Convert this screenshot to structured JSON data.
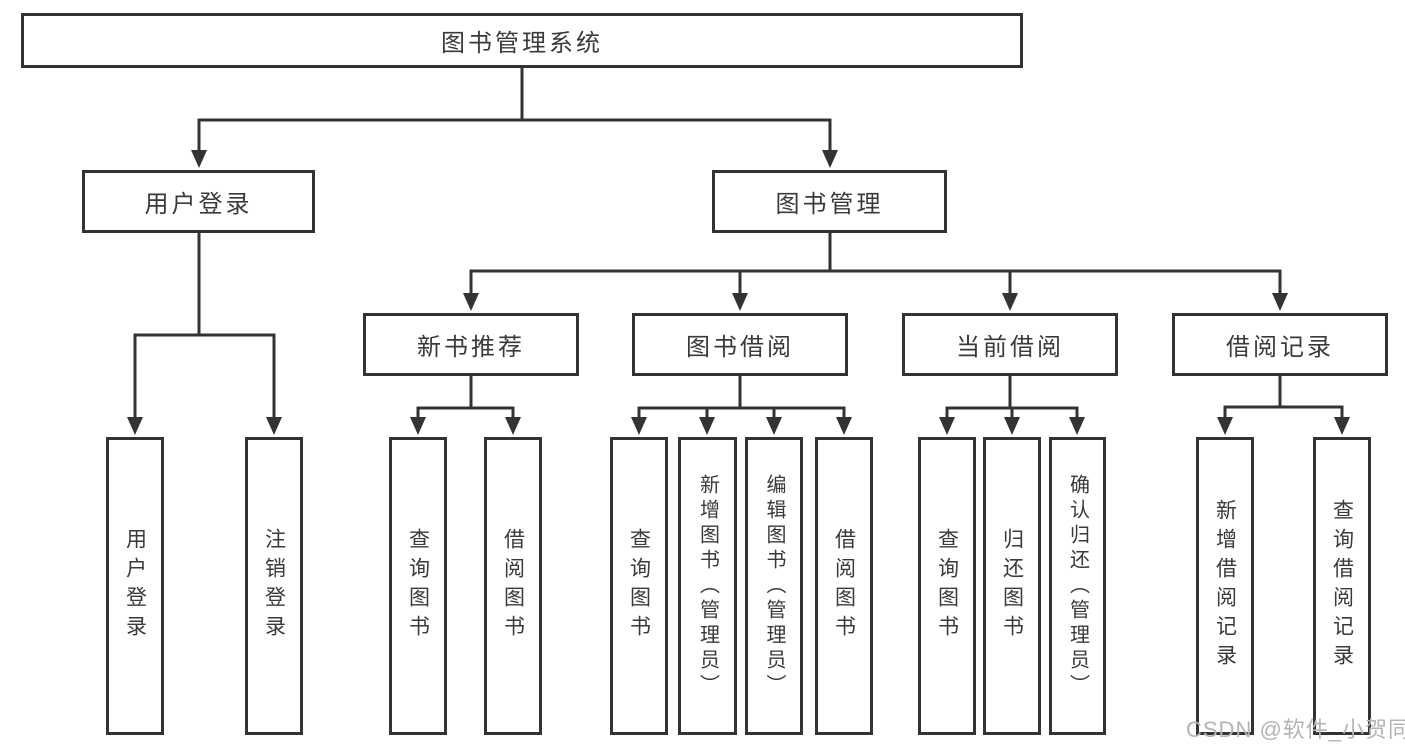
{
  "diagram_title": "图书管理系统",
  "nodes": {
    "root": {
      "label": "图书管理系统"
    },
    "user_login": {
      "label": "用户登录"
    },
    "book_mgmt": {
      "label": "图书管理"
    },
    "new_book_rec": {
      "label": "新书推荐"
    },
    "book_borrow": {
      "label": "图书借阅"
    },
    "current_borrow": {
      "label": "当前借阅"
    },
    "borrow_records": {
      "label": "借阅记录"
    },
    "leaf_user_login": {
      "label": "用户登录"
    },
    "leaf_logout": {
      "label": "注销登录"
    },
    "leaf_rec_query": {
      "label": "查询图书"
    },
    "leaf_rec_borrow": {
      "label": "借阅图书"
    },
    "leaf_bb_query": {
      "label": "查询图书"
    },
    "leaf_bb_add": {
      "label": "新增图书（管理员）"
    },
    "leaf_bb_edit": {
      "label": "编辑图书（管理员）"
    },
    "leaf_bb_borrow": {
      "label": "借阅图书"
    },
    "leaf_cb_query": {
      "label": "查询图书"
    },
    "leaf_cb_return": {
      "label": "归还图书"
    },
    "leaf_cb_confirm": {
      "label": "确认归还（管理员）"
    },
    "leaf_br_add": {
      "label": "新增借阅记录"
    },
    "leaf_br_query": {
      "label": "查询借阅记录"
    }
  },
  "watermark": {
    "text": "CSDN @软件_小贺同学"
  },
  "colors": {
    "line": "#333333",
    "box_border": "#333333",
    "text": "#3a3a3a",
    "watermark": "#b4b4b4",
    "background": "#ffffff"
  }
}
